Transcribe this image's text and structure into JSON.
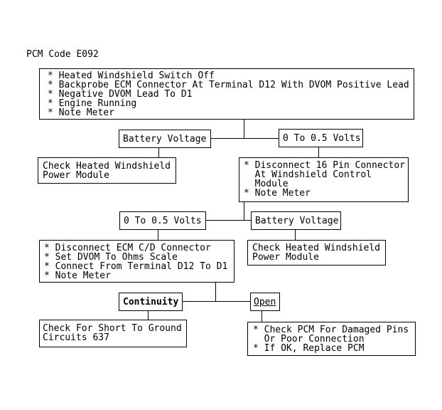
{
  "colors": {
    "foreground": "#000000",
    "background": "#ffffff"
  },
  "diagram": {
    "title": "PCM Code E092",
    "type": "diagnostic-flowchart",
    "nodes": {
      "initial_steps": {
        "lines": [
          "* Heated Windshield Switch Off",
          "* Backprobe ECM Connector At Terminal D12 With DVOM Positive Lead",
          "* Negative DVOM Lead To D1",
          "* Engine Running",
          "* Note Meter"
        ]
      },
      "battery_voltage_top": {
        "label": "Battery Voltage"
      },
      "low_volts_top": {
        "label": "0 To 0.5 Volts"
      },
      "check_power_module_left": {
        "lines": [
          "Check Heated Windshield",
          "Power Module"
        ]
      },
      "disconnect_16_pin": {
        "lines": [
          "* Disconnect 16 Pin Connector",
          "  At Windshield Control",
          "  Module",
          "* Note Meter"
        ]
      },
      "low_volts_mid": {
        "label": "0 To 0.5 Volts"
      },
      "battery_voltage_mid": {
        "label": "Battery Voltage"
      },
      "disconnect_ecm": {
        "lines": [
          "* Disconnect ECM C/D Connector",
          "* Set DVOM To Ohms Scale",
          "* Connect From Terminal D12 To D1",
          "* Note Meter"
        ]
      },
      "check_power_module_right": {
        "lines": [
          "Check Heated Windshield",
          "Power Module"
        ]
      },
      "continuity": {
        "label": "Continuity"
      },
      "open": {
        "label": "Open"
      },
      "check_short_to_ground": {
        "lines": [
          "Check For Short To Ground",
          "Circuits 637"
        ]
      },
      "check_pcm": {
        "lines": [
          "* Check PCM For Damaged Pins",
          "  Or Poor Connection",
          "* If OK, Replace PCM"
        ]
      }
    }
  }
}
